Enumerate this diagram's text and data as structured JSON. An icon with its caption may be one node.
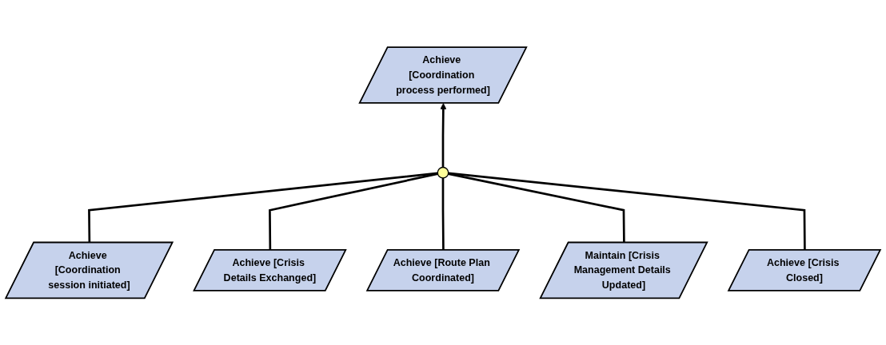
{
  "diagram": {
    "nodes": [
      {
        "text": [
          "Achieve [Coordination process performed]"
        ]
      },
      {
        "text": [],
        "shape": "circle"
      },
      {
        "text": [
          "Achieve [Coordination session initiated]"
        ]
      },
      {
        "text": [
          "Achieve [Crisis Details Exchanged]"
        ]
      },
      {
        "text": [
          "Achieve [Route Plan Coordinated]"
        ]
      },
      {
        "text": [
          "Maintain [Crisis Management Details Updated]"
        ]
      },
      {
        "text": [
          "Achieve [Crisis Closed]"
        ]
      }
    ],
    "edges": [
      {
        "from": 1,
        "to": 0,
        "arrow": "to"
      },
      {
        "from": 2,
        "to": 1,
        "arrow": "none"
      },
      {
        "from": 3,
        "to": 1,
        "arrow": "none"
      },
      {
        "from": 4,
        "to": 1,
        "arrow": "none"
      },
      {
        "from": 5,
        "to": 1,
        "arrow": "none"
      },
      {
        "from": 6,
        "to": 1,
        "arrow": "none"
      }
    ]
  }
}
